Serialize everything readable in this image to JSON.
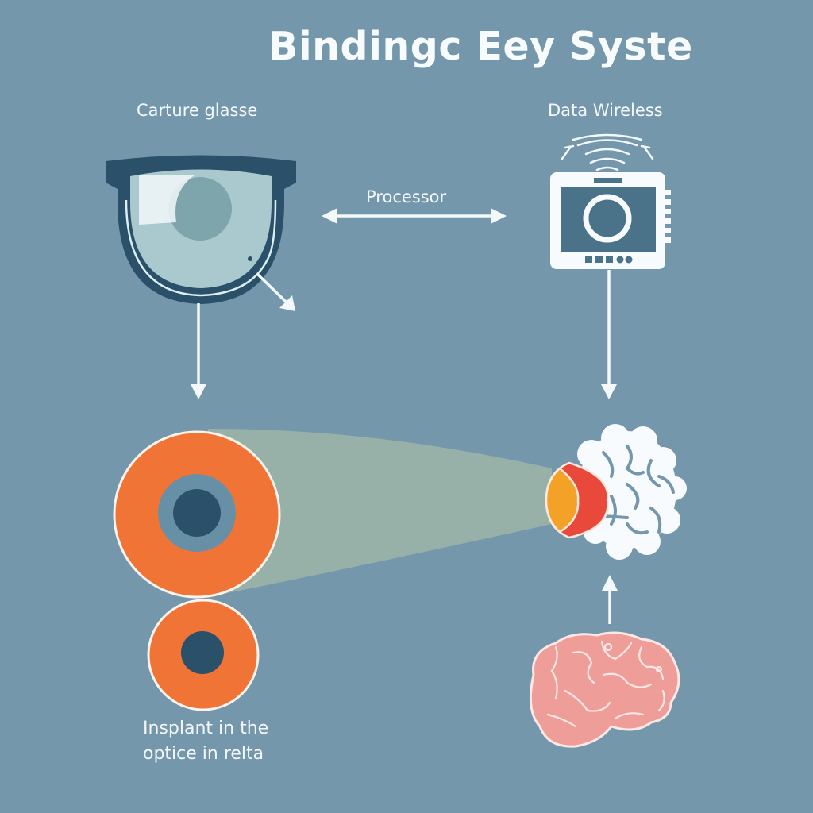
{
  "title": "Bindingc Eey Syste",
  "labels": {
    "capture_glasses": "Carture glasse",
    "data_wireless": "Data Wireless",
    "processor": "Processor",
    "implant_line1": "Insplant in the",
    "implant_line2": "optice in relta"
  },
  "icons": {
    "glasses": "glasses-lens-icon",
    "wireless_device": "wireless-camera-device-icon",
    "retina_implant_large": "retina-implant-eye-icon",
    "retina_implant_small": "retina-implant-small-icon",
    "brain_with_eye": "brain-with-eye-icon",
    "brain": "brain-icon"
  },
  "colors": {
    "background": "#7597ab",
    "dark_navy": "#2b5069",
    "lens": "#a9c9cf",
    "orange": "#ef7436",
    "beam": "#99b2a9",
    "retina_red": "#e9493b",
    "retina_yellow": "#f3a227",
    "brain_pink": "#ef9d98",
    "white": "#f7fbfd"
  }
}
